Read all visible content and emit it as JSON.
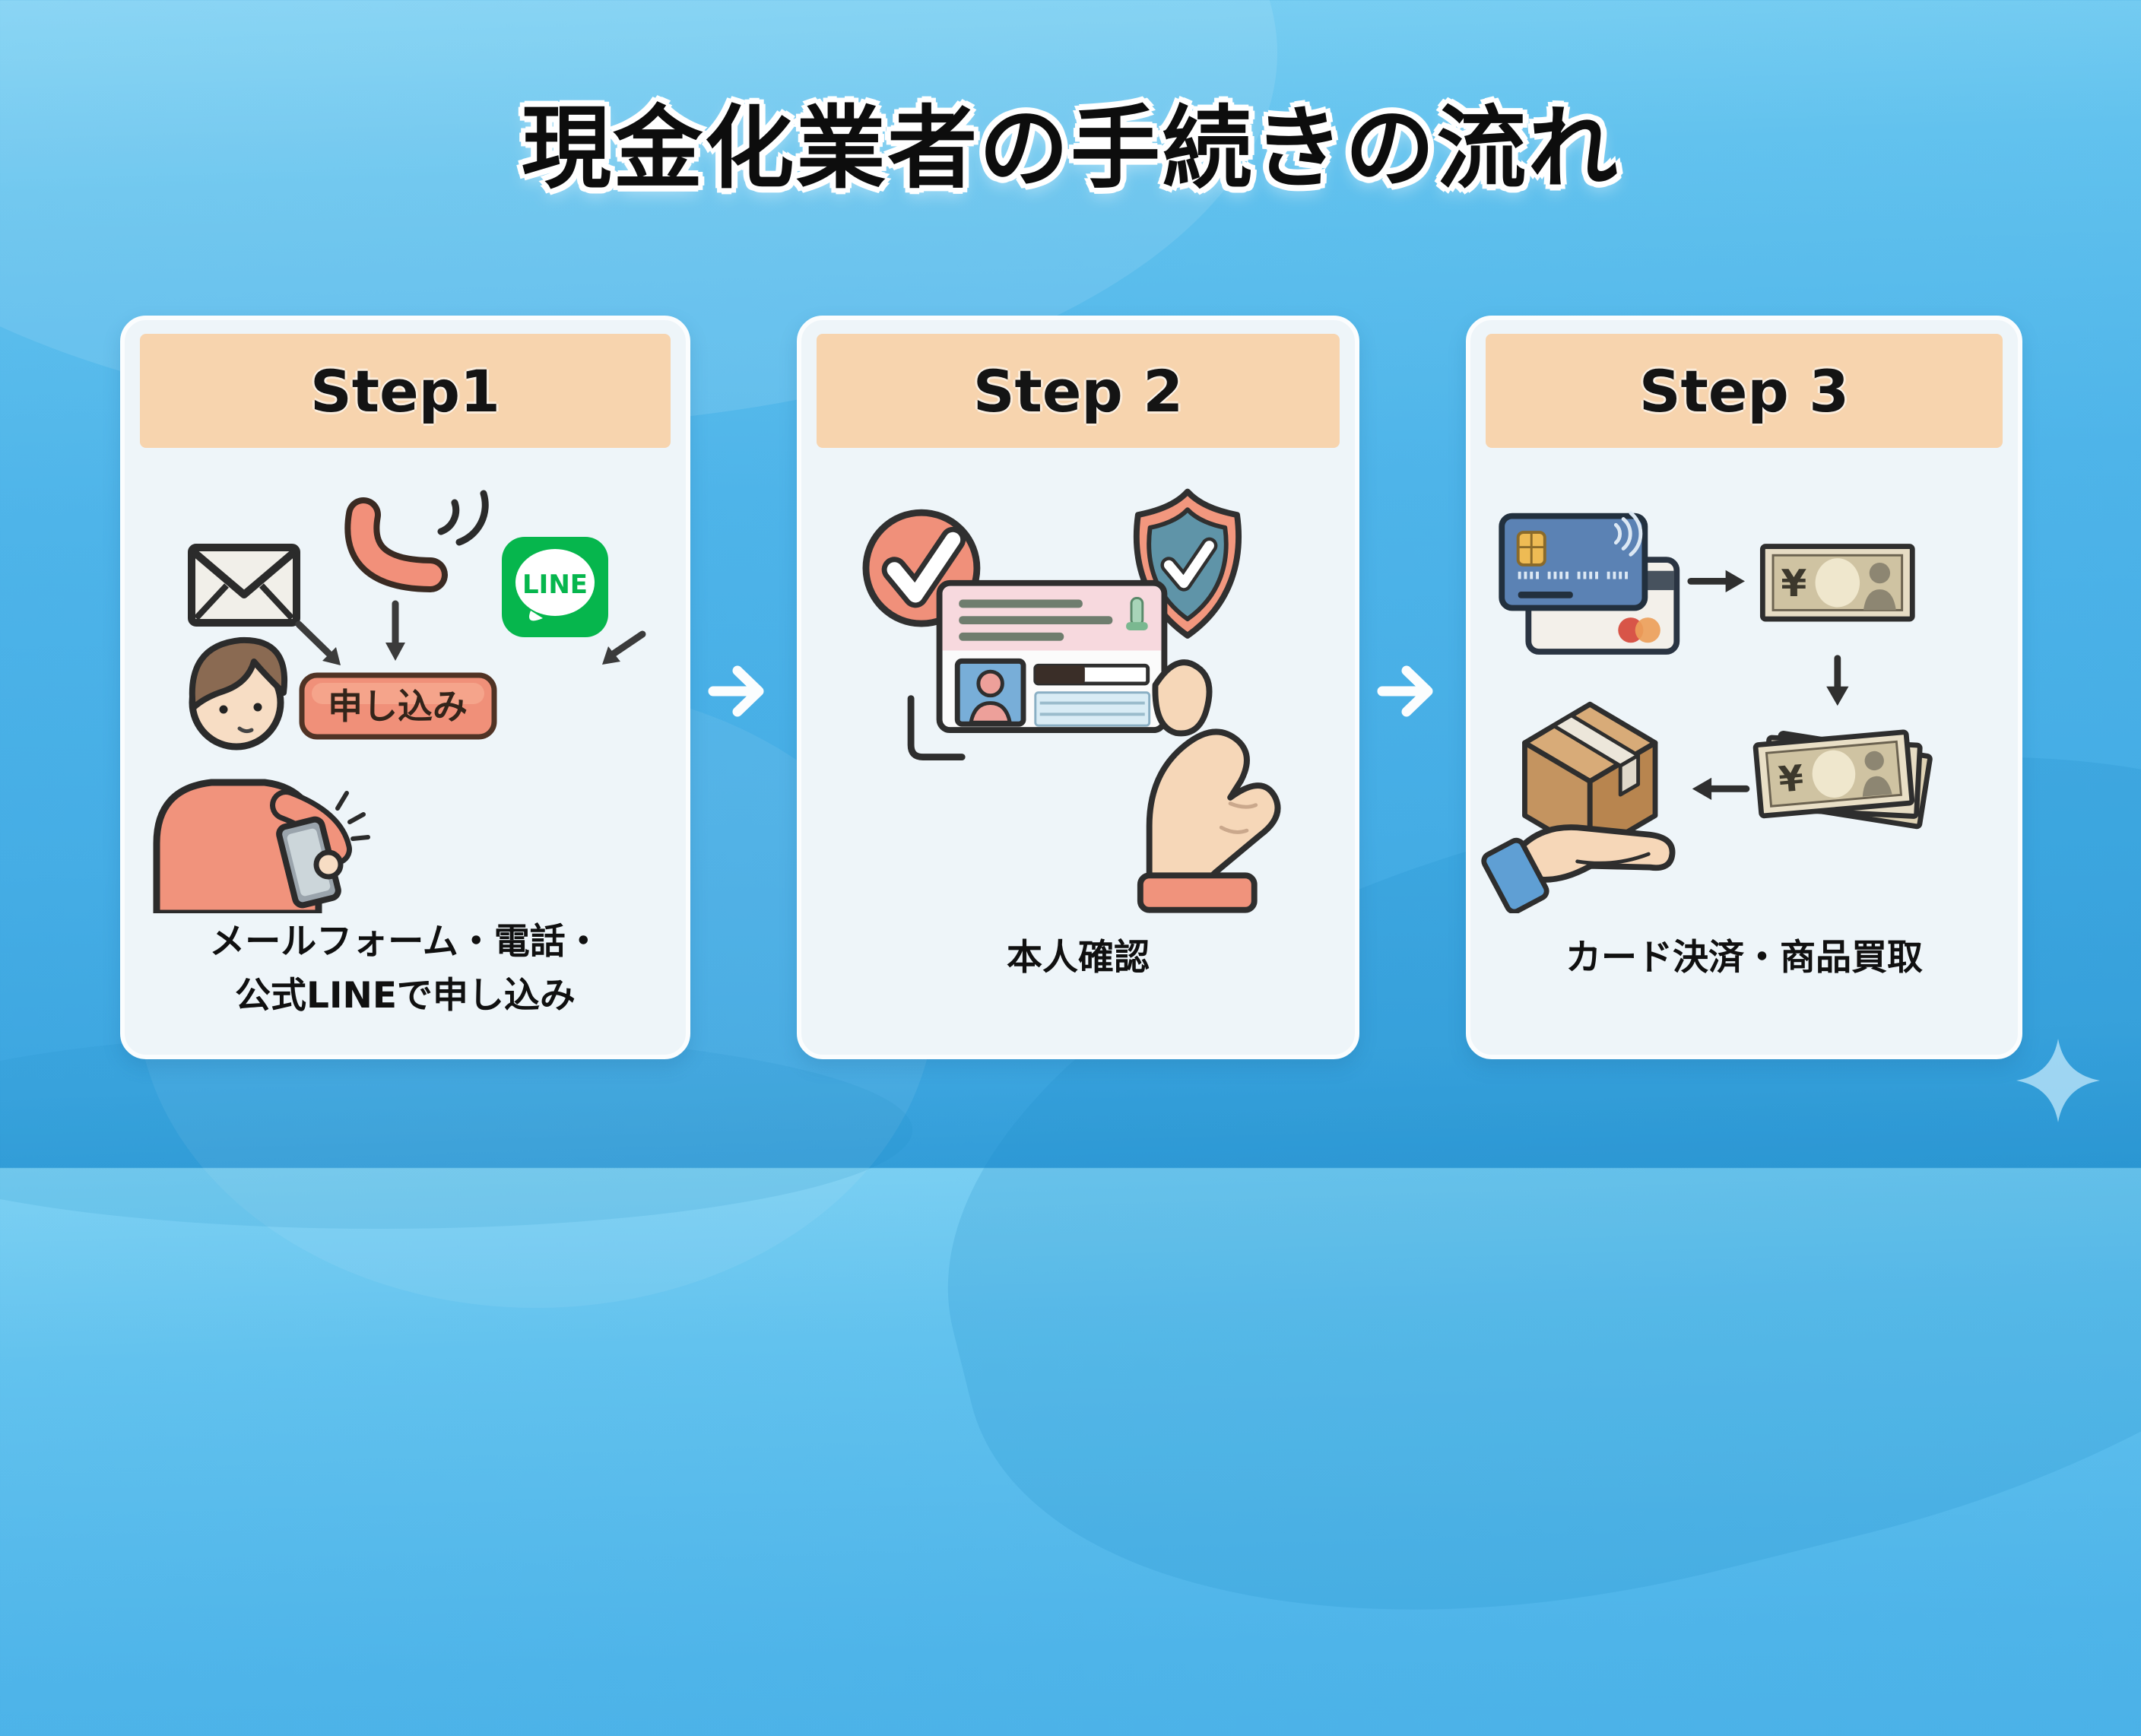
{
  "title": "現金化業者の手続きの流れ",
  "steps": [
    {
      "label": "Step1",
      "caption1": "メールフォーム・電話・",
      "caption2": "公式LINEで申し込み"
    },
    {
      "label": "Step 2",
      "caption1": "本人確認"
    },
    {
      "label": "Step 3",
      "caption1": "カード決済・商品買取"
    }
  ],
  "step1_illustration": {
    "apply_button_label": "申し込み",
    "line_icon_label": "LINE"
  },
  "step3_illustration": {
    "yen_symbol": "¥"
  },
  "colors": {
    "background_blue": "#4eb4e9",
    "card_background": "#eef5f9",
    "header_peach": "#f7d4ae",
    "accent_salmon": "#f0907a",
    "line_green": "#06b64d",
    "shield_teal": "#5f94a8",
    "credit_card_blue": "#5b82b4",
    "banknote_tan": "#e6dcc4",
    "outline_dark": "#2e2e2e"
  }
}
